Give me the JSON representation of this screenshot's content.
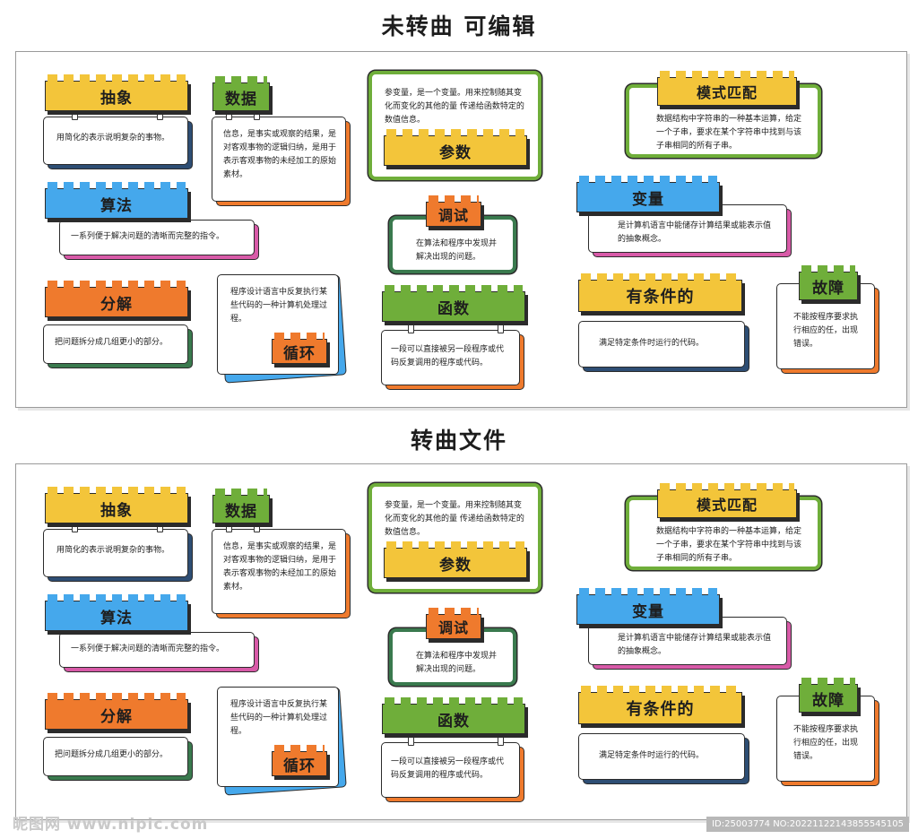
{
  "heading_top": "未转曲 可编辑",
  "heading_bottom": "转曲文件",
  "colors": {
    "yellow": "#f3c53a",
    "green": "#6fae3a",
    "blue": "#45a8ec",
    "pink": "#d85aa8",
    "orange": "#ef7a2d",
    "darkgreen": "#3a7a4e",
    "navy": "#2e4e74"
  },
  "cards": {
    "chouxiang": {
      "label": "抽象",
      "text": "用简化的表示说明复杂的事物。"
    },
    "shuju": {
      "label": "数据",
      "text": "信息，是事实或观察的结果，是对客观事物的逻辑归纳，是用于表示客观事物的未经加工的原始素材。"
    },
    "suanfa": {
      "label": "算法",
      "text": "一系列便于解决问题的清晰而完整的指令。"
    },
    "fenjie": {
      "label": "分解",
      "text": "把问题拆分成几组更小的部分。"
    },
    "xunhuan": {
      "label": "循环",
      "text": "程序设计语言中反复执行某些代码的一种计算机处理过程。"
    },
    "canshu": {
      "label": "参数",
      "text": "参变量，是一个变量。用来控制随其变化而变化的其他的量 传递给函数特定的数值信息。"
    },
    "tiaoshi": {
      "label": "调试",
      "text": "在算法和程序中发现并解决出现的问题。"
    },
    "hanshu": {
      "label": "函数",
      "text": "一段可以直接被另一段程序或代码反复调用的程序或代码。"
    },
    "moshi": {
      "label": "模式匹配",
      "text": "数据结构中字符串的一种基本运算，给定一个子串，要求在某个字符串中找到与该子串相同的所有子串。"
    },
    "bianliang": {
      "label": "变量",
      "text": "是计算机语言中能储存计算结果或能表示值的抽象概念。"
    },
    "tiaojian": {
      "label": "有条件的",
      "text": "满足特定条件时运行的代码。"
    },
    "guzhang": {
      "label": "故障",
      "text": "不能按程序要求执行相应的任，出现错误。"
    }
  },
  "watermark": {
    "site": "昵图网 www.nipic.com",
    "id": "ID:25003774 NO:20221122143855545105"
  }
}
